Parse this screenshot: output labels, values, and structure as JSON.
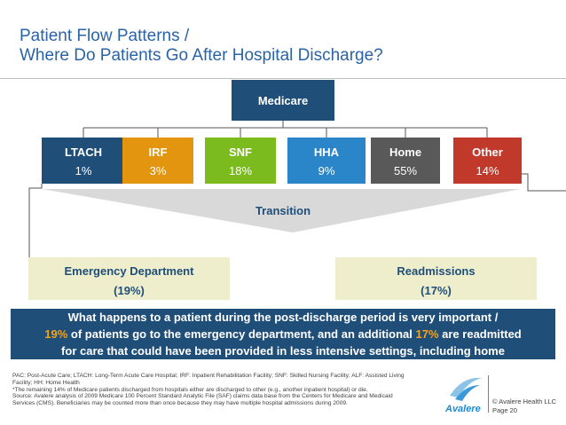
{
  "title": {
    "line1": "Patient Flow Patterns /",
    "line2": "Where Do Patients Go After Hospital Discharge?"
  },
  "root": {
    "label": "Medicare",
    "color": "#1f4e79"
  },
  "settings": [
    {
      "label": "LTACH",
      "pct": "1%",
      "color": "#1f4e79"
    },
    {
      "label": "IRF",
      "pct": "3%",
      "color": "#e3950f"
    },
    {
      "label": "SNF",
      "pct": "18%",
      "color": "#7cbb1e"
    },
    {
      "label": "HHA",
      "pct": "9%",
      "color": "#2a86c8"
    },
    {
      "label": "Home",
      "pct": "55%",
      "color": "#595959"
    },
    {
      "label": "Other",
      "pct": "14%",
      "color": "#c0392b"
    }
  ],
  "transition": {
    "label": "Transition"
  },
  "outcomes": {
    "ed": {
      "label": "Emergency Department",
      "pct": "(19%)"
    },
    "readmit": {
      "label": "Readmissions",
      "pct": "(17%)"
    }
  },
  "callout": {
    "line1": "What happens to a patient during the post-discharge period is very important  /",
    "line2_hl1": "19%",
    "line2_mid": " of patients go to the emergency department, and an additional ",
    "line2_hl2": "17%",
    "line2_end": " are readmitted",
    "line3": "for care that could have been provided in less intensive settings, including home"
  },
  "footnote": {
    "line1": "PAC: Post-Acute Care; LTACH: Long-Term Acute Care Hospital; IRF: Inpatient Rehabilitation Facility; SNF: Skilled Nursing Facility; ALF: Assisted Living Facility; HH: Home Health",
    "line2": "*The remaining 14% of Medicare patients discharged from hospitals either are discharged to other (e.g., another inpatient hospital) or die.",
    "line3": "Source: Avalere analysis of 2009 Medicare 100 Percent Standard Analytic File (SAF) claims data base from the Centers for Medicare and Medicaid Services (CMS).  Beneficiaries may be counted more than once because they may have multiple hospital admissions during 2009."
  },
  "brand": {
    "logo": "Avalere",
    "copyright": "© Avalere Health LLC",
    "page": "Page 20"
  }
}
